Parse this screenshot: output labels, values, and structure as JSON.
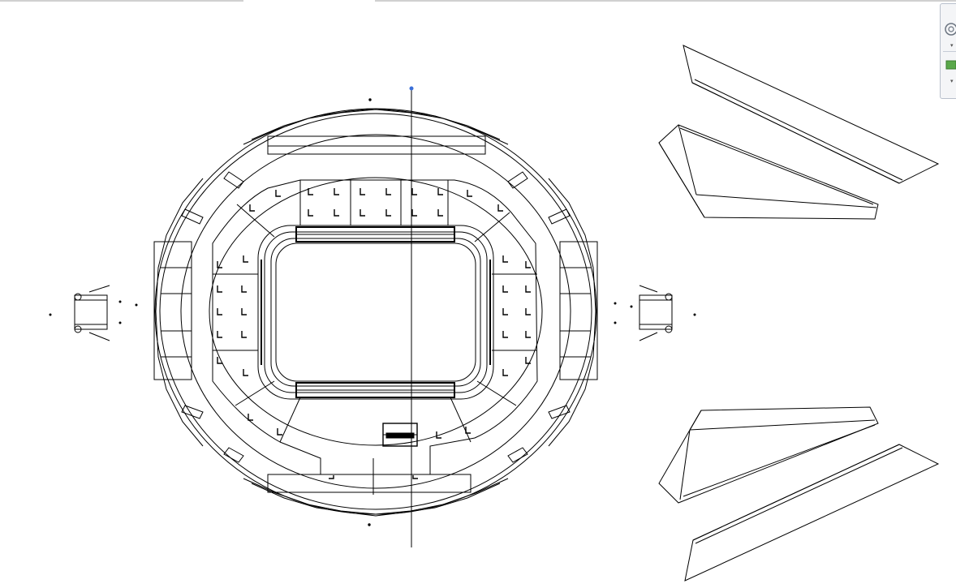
{
  "viewport": {
    "background": "#ffffff",
    "line_color": "#000000",
    "accent_point_color": "#3a6fd8"
  },
  "navigation_bar": {
    "buttons": [
      {
        "icon": "steering-wheel-icon",
        "has_dropdown": true
      },
      {
        "icon": "zoom-region-icon",
        "color": "#5aa84a",
        "has_dropdown": true
      }
    ]
  },
  "drawing": {
    "description_elements": [
      "stadium-plan",
      "roof-panel-top-outer",
      "roof-panel-top-inner",
      "roof-panel-bottom-inner",
      "roof-panel-bottom-outer",
      "west-gate-structure",
      "east-gate-structure",
      "center-axis-line"
    ]
  }
}
